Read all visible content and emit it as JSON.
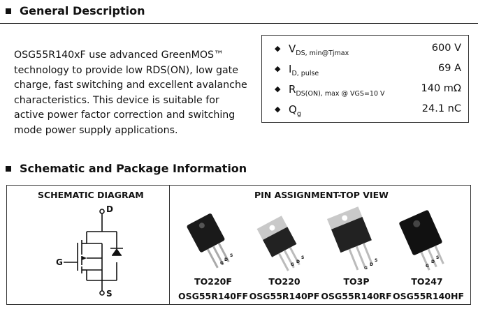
{
  "general": {
    "title": "General Description",
    "description": "OSG55R140xF use advanced GreenMOS™ technology to provide low RDS(ON), low gate charge, fast switching and excellent avalanche characteristics. This device is suitable for active power factor correction and switching mode power supply applications."
  },
  "specs": [
    {
      "symbol": "V",
      "sub": "DS, min@Tjmax",
      "value": "600 V"
    },
    {
      "symbol": "I",
      "sub": "D, pulse",
      "value": "69  A"
    },
    {
      "symbol": "R",
      "sub": "DS(ON), max @ VGS=10 V",
      "value": "140 mΩ"
    },
    {
      "symbol": "Q",
      "sub": "g",
      "value": "24.1 nC"
    }
  ],
  "schematic": {
    "title": "Schematic and Package Information",
    "schematic_header": "SCHEMATIC DIAGRAM",
    "pin_header": "PIN ASSIGNMENT-TOP VIEW",
    "labels": {
      "drain": "D",
      "gate": "G",
      "source": "S"
    },
    "packages": [
      {
        "name": "TO220F",
        "part": "OSG55R140FF",
        "pins": [
          "G",
          "D",
          "S"
        ]
      },
      {
        "name": "TO220",
        "part": "OSG55R140PF",
        "pins": [
          "G",
          "D",
          "S"
        ]
      },
      {
        "name": "TO3P",
        "part": "OSG55R140RF",
        "pins": [
          "G",
          "D",
          "S"
        ]
      },
      {
        "name": "TO247",
        "part": "OSG55R140HF",
        "pins": [
          "G",
          "D",
          "S"
        ]
      }
    ]
  }
}
